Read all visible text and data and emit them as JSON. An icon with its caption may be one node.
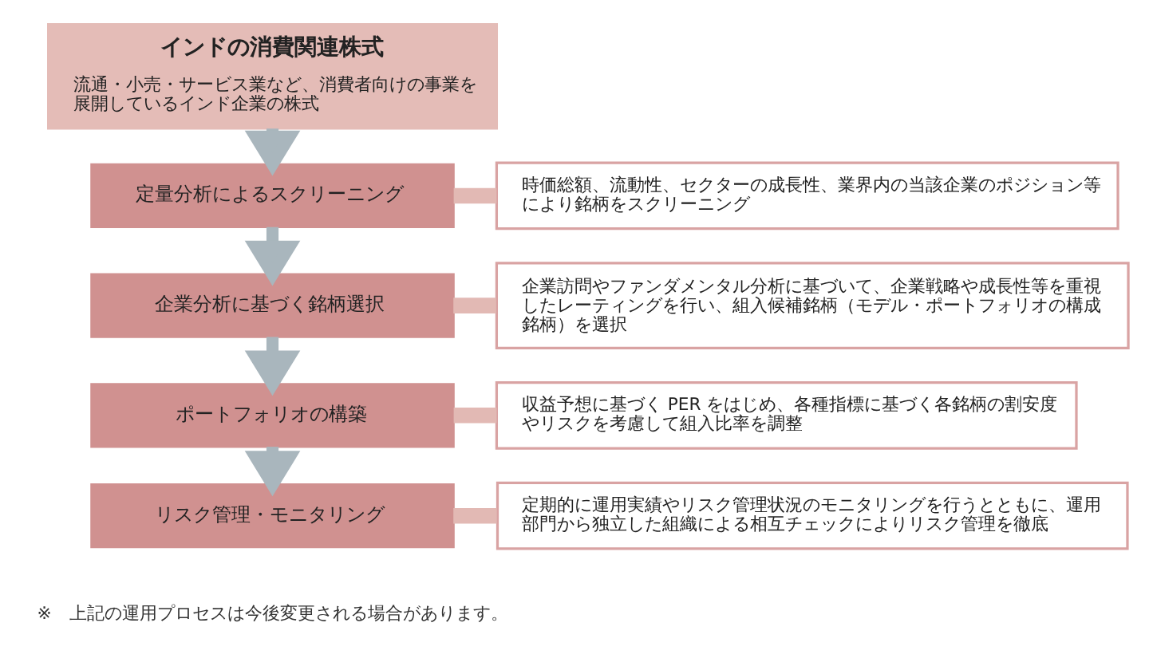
{
  "diagram": {
    "nodes": [
      {
        "text": [
          "インドの消費関連株式",
          "流通・小売・サービス業など、消費者向けの事業を展開しているインド企業の株式"
        ]
      },
      {
        "text": [
          "定量分析によるスクリーニング"
        ]
      },
      {
        "text": [
          "時価総額、流動性、セクターの成長性、業界内の当該企業のポジション等により銘柄をスクリーニング"
        ]
      },
      {
        "text": [
          "企業分析に基づく銘柄選択"
        ]
      },
      {
        "text": [
          "企業訪問やファンダメンタル分析に基づいて、企業戦略や成長性等を重視したレーティングを行い、組入候補銘柄（モデル・ポートフォリオの構成銘柄）を選択"
        ]
      },
      {
        "text": [
          "ポートフォリオの構築"
        ]
      },
      {
        "text": [
          "収益予想に基づく PER をはじめ、各種指標に基づく各銘柄の割安度やリスクを考慮して組入比率を調整"
        ]
      },
      {
        "text": [
          "リスク管理・モニタリング"
        ]
      },
      {
        "text": [
          "定期的に運用実績やリスク管理状況のモニタリングを行うとともに、運用部門から独立した組織による相互チェックによりリスク管理を徹底"
        ]
      }
    ],
    "edges": [
      {
        "from": 0,
        "to": 1,
        "arrow": "to"
      },
      {
        "from": 1,
        "to": 2,
        "arrow": "none",
        "color": "#e2b9b4"
      },
      {
        "from": 1,
        "to": 3,
        "arrow": "to"
      },
      {
        "from": 3,
        "to": 4,
        "arrow": "none",
        "color": "#e2b9b4"
      },
      {
        "from": 3,
        "to": 5,
        "arrow": "to"
      },
      {
        "from": 5,
        "to": 6,
        "arrow": "none",
        "color": "#e2b9b4"
      },
      {
        "from": 5,
        "to": 7,
        "arrow": "to"
      },
      {
        "from": 7,
        "to": 8,
        "arrow": "none",
        "color": "#e2b9b4"
      }
    ],
    "labels": [
      "※　上記の運用プロセスは今後変更される場合があります。"
    ]
  }
}
